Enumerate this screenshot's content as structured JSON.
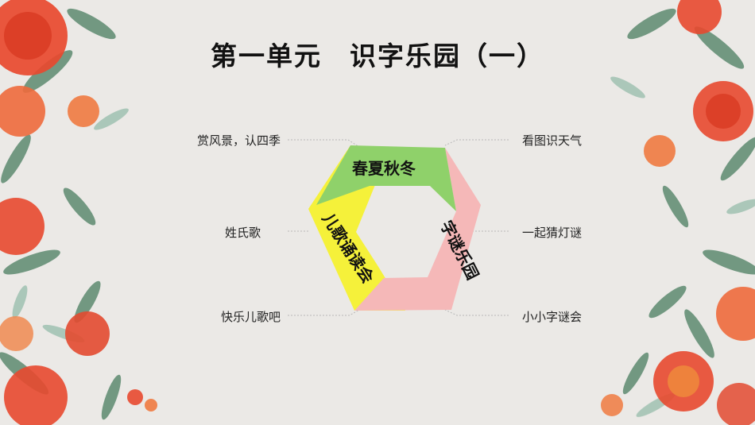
{
  "title": "第一单元　识字乐园（一）",
  "segments": {
    "top": "春夏秋冬",
    "right": "字谜乐园",
    "left": "儿歌诵读会"
  },
  "left_items": [
    "赏风景，认四季",
    "姓氏歌",
    "快乐儿歌吧"
  ],
  "right_items": [
    "看图识天气",
    "一起猜灯谜",
    "小小字谜会"
  ],
  "colors": {
    "top_segment": "#8fd16a",
    "right_segment": "#f5b8b8",
    "left_segment": "#f5f13a",
    "background": "#ebe9e6",
    "flower_red": "#e8492f",
    "leaf_green": "#5a8a6a"
  }
}
